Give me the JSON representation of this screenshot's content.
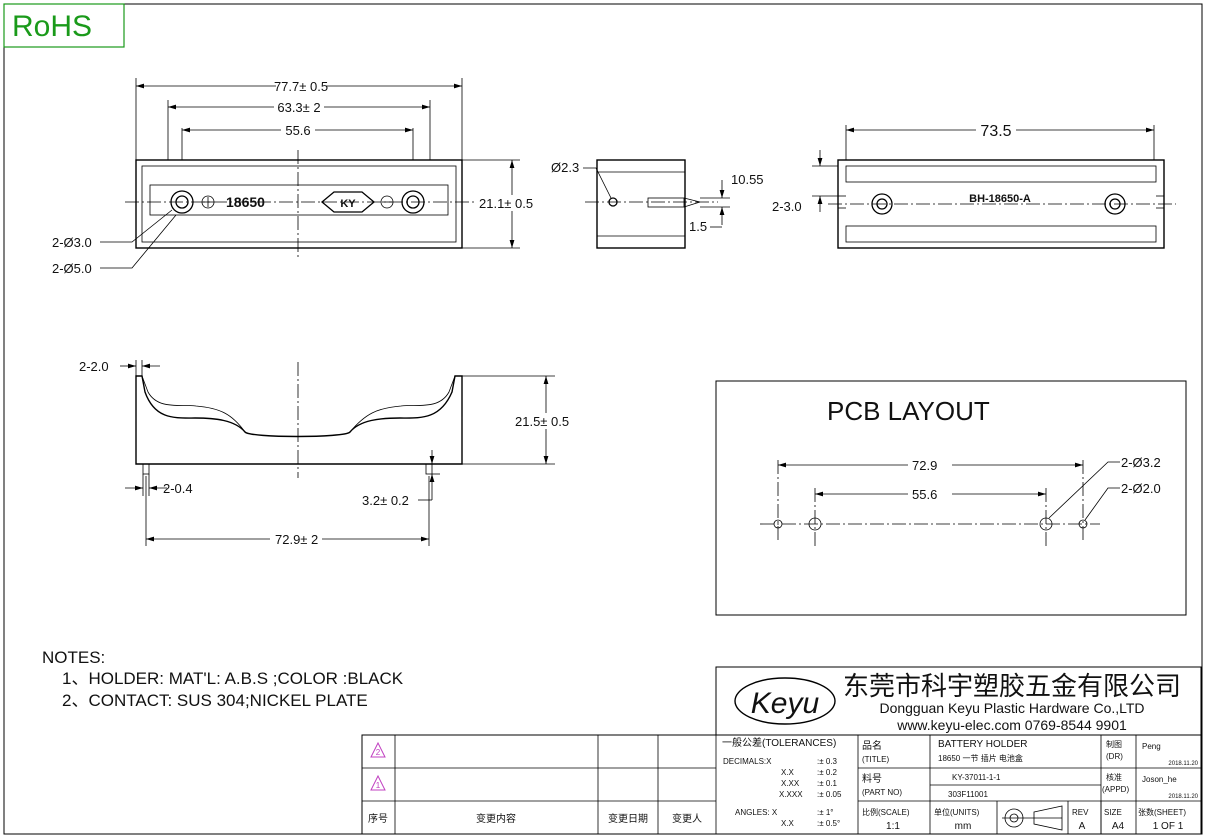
{
  "badge": {
    "rohs": "RoHS",
    "color": "#1a9a1a"
  },
  "front_view": {
    "overall_length": "77.7± 0.5",
    "inner_length": "63.3± 2",
    "hole_pitch": "55.6",
    "height": "21.1± 0.5",
    "hole_small": "2-Ø3.0",
    "hole_large": "2-Ø5.0",
    "marking": "18650",
    "logo": "KY",
    "plus": "⊕",
    "minus": "⊖"
  },
  "side_view": {
    "hole": "Ø2.3",
    "height": "10.55",
    "pin": "1.5"
  },
  "top_view": {
    "length": "73.5",
    "offset": "2-3.0",
    "marking": "BH-18650-A"
  },
  "section_view": {
    "wall": "2-2.0",
    "height": "21.5± 0.5",
    "pin_width": "2-0.4",
    "pin_length": "3.2± 0.2",
    "pin_pitch": "72.9± 2"
  },
  "pcb": {
    "title": "PCB LAYOUT",
    "outer_pitch": "72.9",
    "inner_pitch": "55.6",
    "outer_hole": "2-Ø3.2",
    "inner_hole": "2-Ø2.0"
  },
  "notes": {
    "heading": "NOTES:",
    "items": [
      "1、HOLDER:  MAT'L: A.B.S ;COLOR :BLACK",
      "2、CONTACT: SUS 304;NICKEL PLATE"
    ]
  },
  "title_block": {
    "logo": "Keyu",
    "company_cn": "东莞市科宇塑胶五金有限公司",
    "company_en": "Dongguan Keyu Plastic Hardware Co.,LTD",
    "contact": "www.keyu-elec.com  0769-8544 9901",
    "rev_marks": [
      "2",
      "1"
    ],
    "col_seq": "序号",
    "col_content": "变更内容",
    "col_date": "变更日期",
    "col_person": "变更人",
    "tol_heading": "一般公差(TOLERANCES)",
    "tol_decimals": "DECIMALS:X",
    "tol_x": "X.X",
    "tol_xx": "X.XX",
    "tol_xxx": "X.XXX",
    "tol_x_v": ":± 0.3",
    "tol_xx_v": ":± 0.2",
    "tol_xxx_v": ":± 0.1",
    "tol_xxxx_v": ":± 0.05",
    "tol_angles": "ANGLES: X",
    "tol_angles_x": "X.X",
    "tol_angles_v": ":± 1°",
    "tol_angles_xv": ":± 0.5°",
    "title_label_cn": "品名",
    "title_label_en": "(TITLE)",
    "title_value_1": "BATTERY HOLDER",
    "title_value_2": "18650 一节  插片  电池盒",
    "part_label_cn": "料号",
    "part_label_en": "(PART NO)",
    "part_value_1": "KY-37011-1-1",
    "part_value_2": "303F11001",
    "dr_cn": "制图",
    "dr_en": "(DR)",
    "dr_name": "Peng",
    "dr_date": "2018.11.20",
    "appd_cn": "核准",
    "appd_en": "(APPD)",
    "appd_name": "Joson_he",
    "appd_date": "2018.11.20",
    "scale_label": "比例(SCALE)",
    "scale_value": "1:1",
    "units_label": "单位(UNITS)",
    "units_value": "mm",
    "rev_label": "REV",
    "rev_value": "A",
    "size_label": "SIZE",
    "size_value": "A4",
    "sheet_label": "张数(SHEET)",
    "sheet_value": "1 OF 1"
  }
}
